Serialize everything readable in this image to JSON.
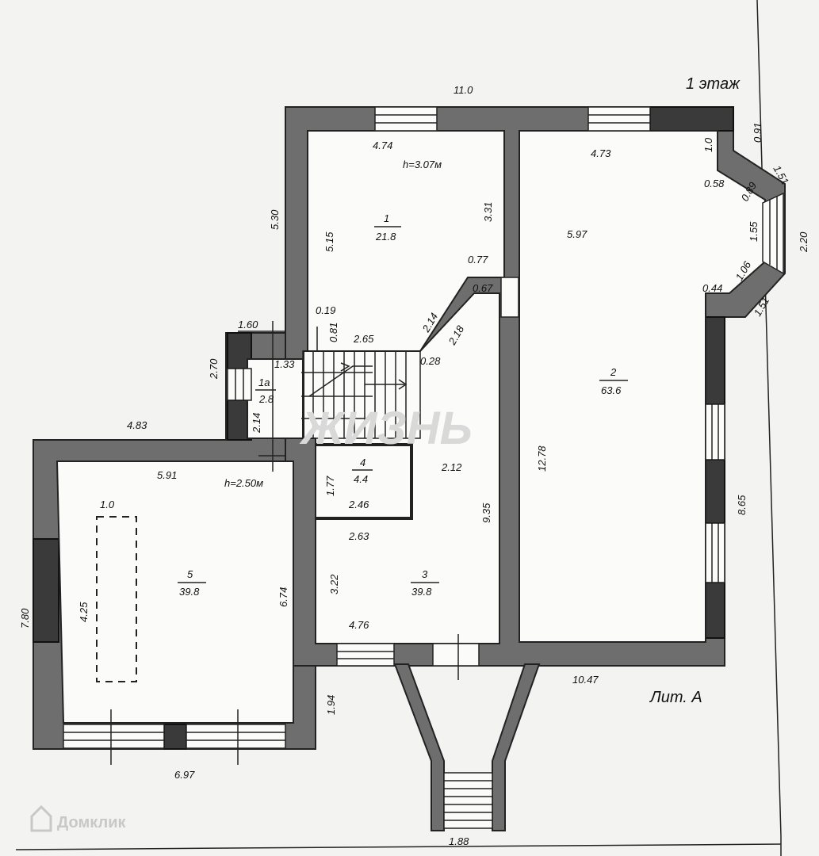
{
  "header": {
    "floor_label": "1 этаж"
  },
  "footer": {
    "litera": "Лит. А"
  },
  "rooms": [
    {
      "num": "1",
      "area": "21.8"
    },
    {
      "num": "2",
      "area": "63.6"
    },
    {
      "num": "3",
      "area": "39.8"
    },
    {
      "num": "4",
      "area": "4.4"
    },
    {
      "num": "5",
      "area": "39.8"
    },
    {
      "num": "1а",
      "area": "2.8"
    }
  ],
  "heights": {
    "upper": "h=3.07м",
    "lower": "h=2.50м"
  },
  "dims": {
    "top_total": "11.0",
    "r1_top": "4.74",
    "r2_top": "4.73",
    "r1_left": "5.15",
    "r1_right": "3.31",
    "left_530": "5.30",
    "bay_091": "0.91",
    "bay_10": "1.0",
    "bay_151a": "1.51",
    "bay_058": "0.58",
    "bay_089": "0.89",
    "bay_155": "1.55",
    "bay_220": "2.20",
    "bay_106": "1.06",
    "bay_044": "0.44",
    "bay_151b": "1.51",
    "r2_597": "5.97",
    "r2_1278": "12.78",
    "right_865": "8.65",
    "r_077": "0.77",
    "r_067": "0.67",
    "r_214": "2.14",
    "r_218": "2.18",
    "r_028": "0.28",
    "r_019": "0.19",
    "r_081": "0.81",
    "r_265": "2.65",
    "e_160": "1.60",
    "e_270": "2.70",
    "e_133": "1.33",
    "e_214": "2.14",
    "left_483": "4.83",
    "r5_591": "5.91",
    "r5_10": "1.0",
    "r5_425": "4.25",
    "r5_674": "6.74",
    "left_780": "7.80",
    "bottom_697": "6.97",
    "r4_177": "1.77",
    "r4_246": "2.46",
    "r3_212": "2.12",
    "r3_935": "9.35",
    "r3_263": "2.63",
    "r3_322": "3.22",
    "r3_476": "4.76",
    "p_194": "1.94",
    "bottom_1047": "10.47",
    "stair_188": "1.88"
  },
  "watermark": {
    "text": "ЖИЗНЬ",
    "brand": "Домклик"
  },
  "icons": {
    "watermark": "house-logo-icon",
    "brand": "domclick-logo-icon"
  }
}
